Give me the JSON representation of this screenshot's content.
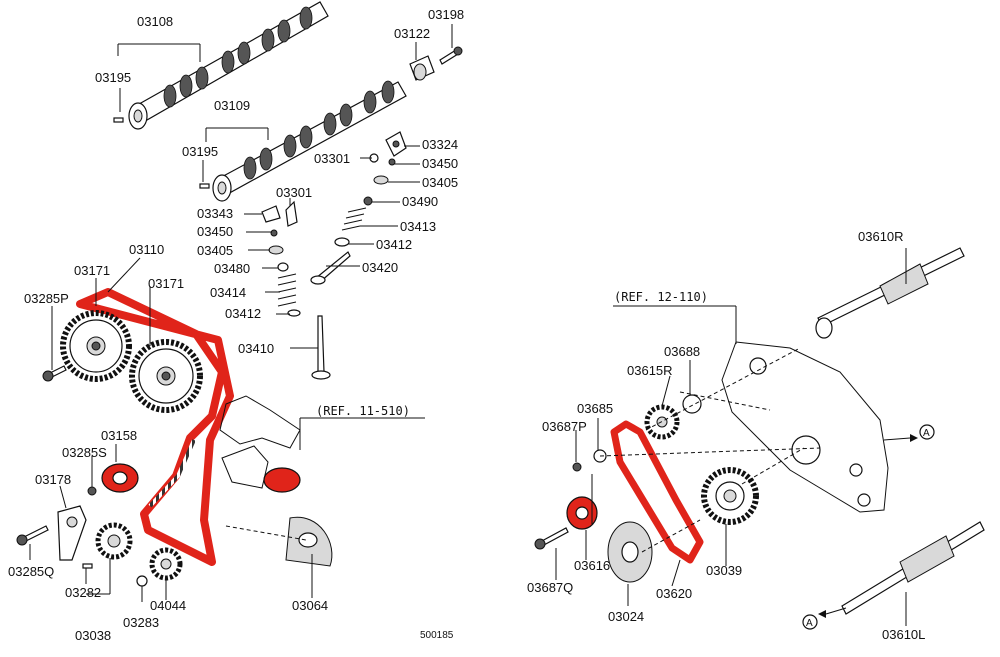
{
  "diagram": {
    "watermark": "",
    "figure_code": "500185",
    "belt_color": "#e0241a",
    "references": [
      "(REF. 12-110)",
      "(REF. 11-510)"
    ],
    "callout_letter": "A",
    "labels": {
      "p03108": "03108",
      "p03198": "03198",
      "p03122": "03122",
      "p03195a": "03195",
      "p03109": "03109",
      "p03195b": "03195",
      "p03324": "03324",
      "p03301a": "03301",
      "p03450a": "03450",
      "p03405a": "03405",
      "p03301b": "03301",
      "p03490": "03490",
      "p03343": "03343",
      "p03413": "03413",
      "p03450b": "03450",
      "p03412a": "03412",
      "p03405b": "03405",
      "p03110": "03110",
      "p03480": "03480",
      "p03420": "03420",
      "p03171a": "03171",
      "p03171b": "03171",
      "p03414": "03414",
      "p03610R": "03610R",
      "p03285P": "03285P",
      "p03412b": "03412",
      "p03410": "03410",
      "p03688": "03688",
      "p03615R": "03615R",
      "p03685": "03685",
      "p03687P": "03687P",
      "p03158": "03158",
      "p03285S": "03285S",
      "p03178": "03178",
      "p03285Q": "03285Q",
      "p03282": "03282",
      "p03038": "03038",
      "p04044": "04044",
      "p03283": "03283",
      "p03064": "03064",
      "p03616": "03616",
      "p03687Q": "03687Q",
      "p03620": "03620",
      "p03024": "03024",
      "p03039": "03039",
      "p03610L": "03610L"
    }
  }
}
